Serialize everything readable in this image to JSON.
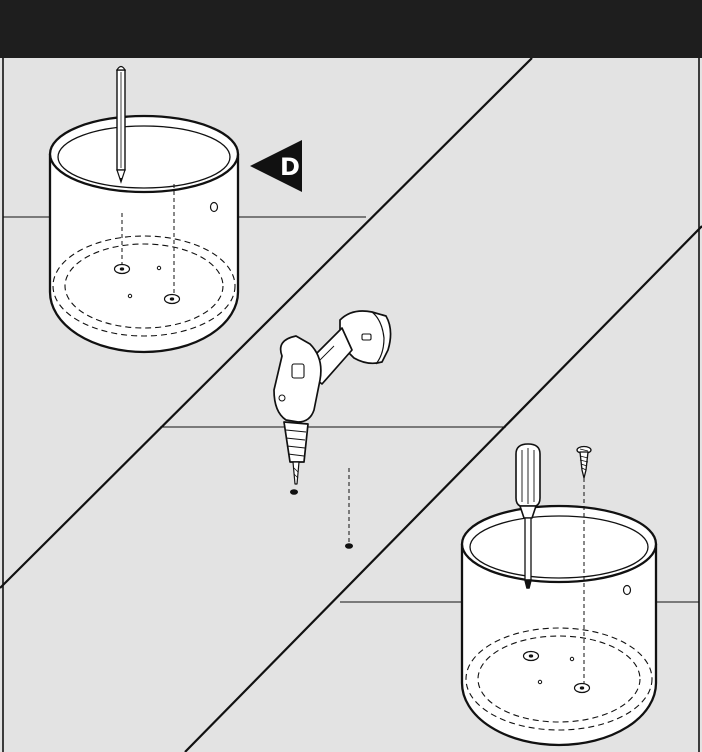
{
  "header": {
    "title": ""
  },
  "step_marker": {
    "letter": "D",
    "direction": "pointing-left"
  },
  "panels": [
    {
      "name": "panel-mark-holes",
      "items": [
        "cylindrical-pot",
        "pencil"
      ]
    },
    {
      "name": "panel-drill-holes",
      "items": [
        "cordless-drill",
        "drilled-hole"
      ]
    },
    {
      "name": "panel-screw-pot",
      "items": [
        "cylindrical-pot",
        "screwdriver",
        "screw"
      ]
    }
  ],
  "colors": {
    "header": "#1e1e1e",
    "background": "#e3e3e3",
    "line": "#111111",
    "fill": "#ffffff"
  }
}
